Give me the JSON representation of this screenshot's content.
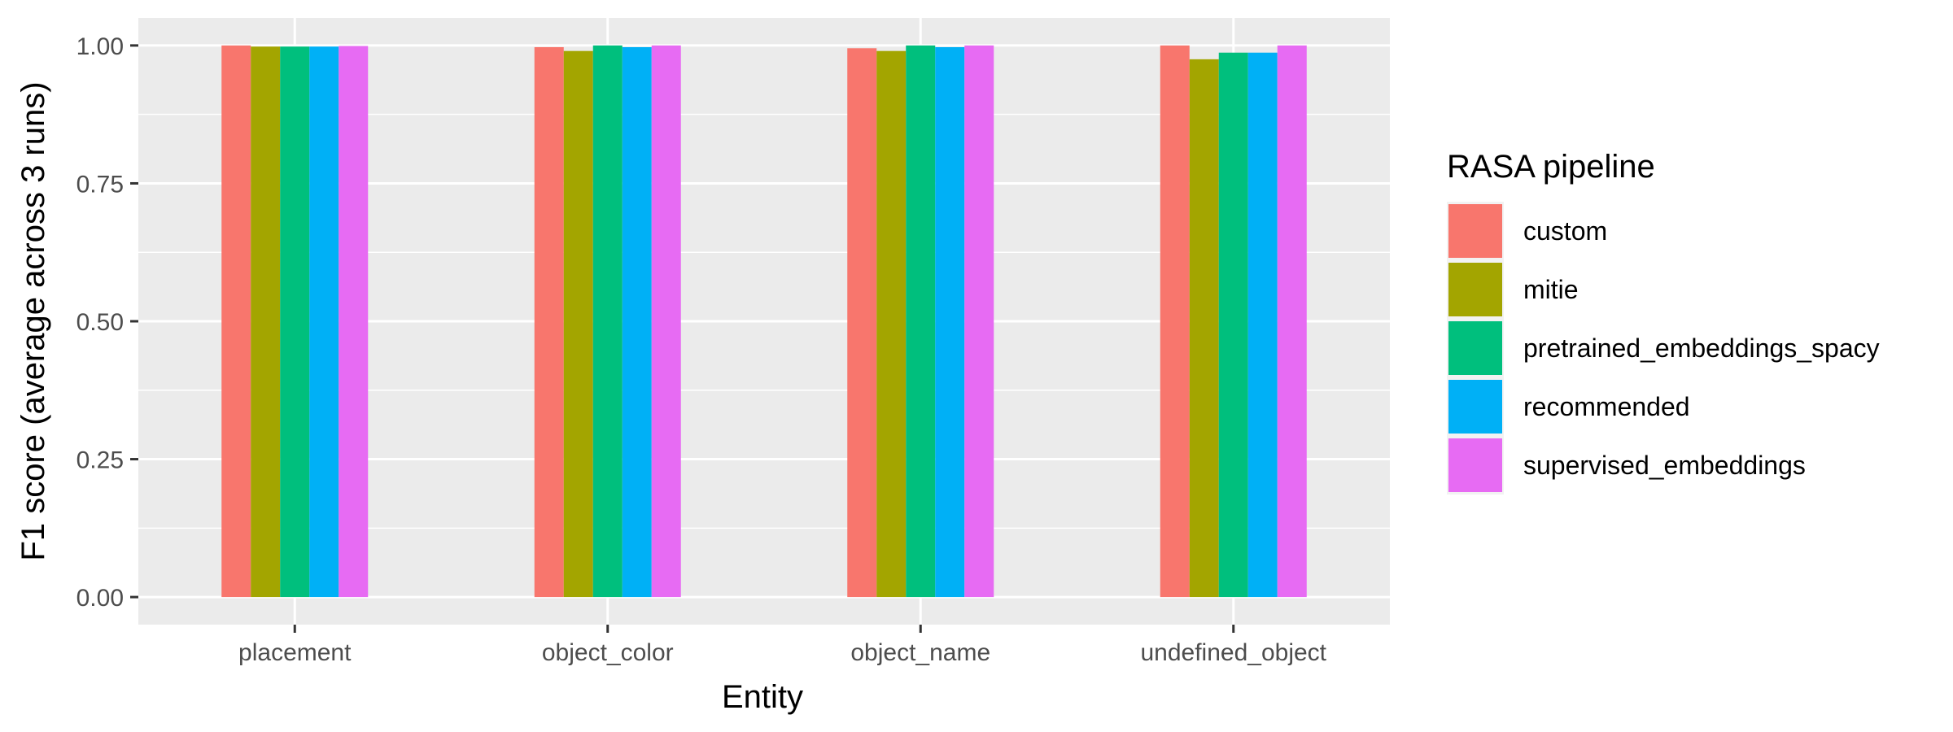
{
  "chart_data": {
    "type": "bar",
    "title": "",
    "xlabel": "Entity",
    "ylabel": "F1 score (average across 3 runs)",
    "ylim": [
      -0.05,
      1.05
    ],
    "yticks": [
      0,
      0.25,
      0.5,
      0.75,
      1
    ],
    "ytick_labels": [
      "0.00",
      "0.25",
      "0.50",
      "0.75",
      "1.00"
    ],
    "grid": true,
    "legend_position": "right",
    "legend_title": "RASA pipeline",
    "categories": [
      "placement",
      "object_color",
      "object_name",
      "undefined_object"
    ],
    "series": [
      {
        "name": "custom",
        "color": "#F8766D",
        "values": [
          1.0,
          0.997,
          0.995,
          1.0
        ]
      },
      {
        "name": "mitie",
        "color": "#A3A500",
        "values": [
          0.998,
          0.99,
          0.99,
          0.975
        ]
      },
      {
        "name": "pretrained_embeddings_spacy",
        "color": "#00BF7D",
        "values": [
          0.998,
          1.0,
          1.0,
          0.987
        ]
      },
      {
        "name": "recommended",
        "color": "#00B0F6",
        "values": [
          0.998,
          0.997,
          0.997,
          0.987
        ]
      },
      {
        "name": "supervised_embeddings",
        "color": "#E76BF3",
        "values": [
          0.999,
          1.0,
          1.0,
          1.0
        ]
      }
    ]
  }
}
